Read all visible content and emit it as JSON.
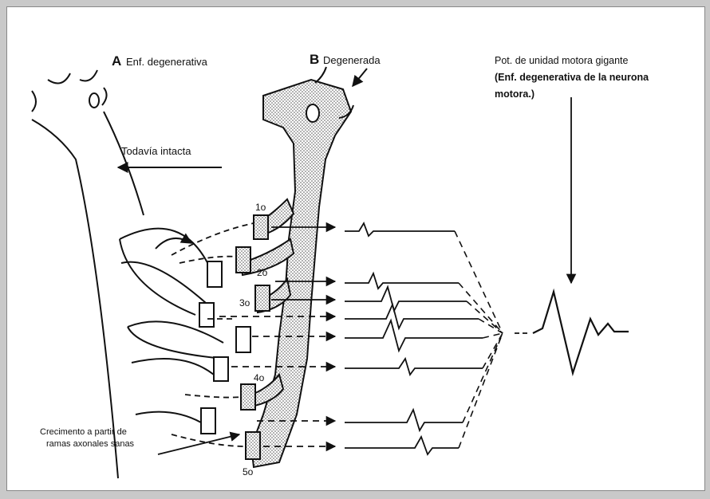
{
  "labels": {
    "a_letter": "A",
    "a_text": "Enf. degenerativa",
    "b_letter": "B",
    "b_text": "Degenerada",
    "giant_line1": "Pot. de unidad motora gigante",
    "giant_line2": "(Enf. degenerativa de la neurona",
    "giant_line3": "motora.)",
    "intact": "Todavía intacta",
    "sprouting_line1": "Crecimento a partir de",
    "sprouting_line2": "ramas axonales sanas",
    "t1": "1o",
    "t2": "2o",
    "t3": "3o",
    "t4": "4o",
    "t5": "5o"
  },
  "colors": {
    "ink": "#111111",
    "stipple": "#bdbdbd",
    "background": "#ffffff",
    "frame": "#c9c9c9"
  }
}
